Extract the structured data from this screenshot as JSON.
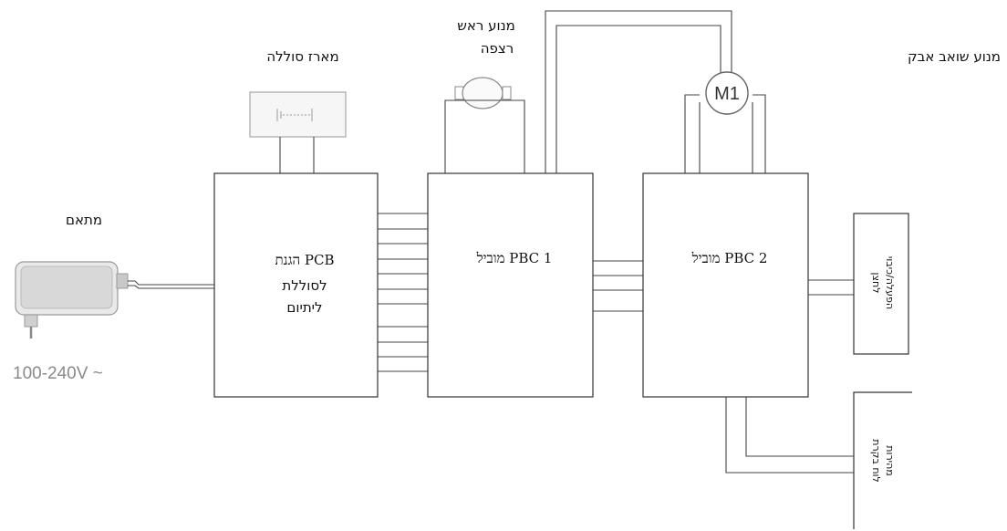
{
  "labels": {
    "adapter": "מתאם",
    "voltage": "100-240V ~",
    "battery_box": "מארז סוללה",
    "floor_motor": [
      "מנוע ראש",
      "רצפה"
    ],
    "vacuum_motor": "מנוע שואב אבק",
    "motor_symbol": "M1",
    "pcb_protect": [
      "הגנת PCB",
      "לסוללת",
      "ליתיום"
    ],
    "mobile_pcb1": "מוביל  PBC 1",
    "mobile_pcb2": "מוביל  PBC 2",
    "power_button": [
      "לחצן",
      "הפעלה/כיבוי"
    ],
    "speed_panel": [
      "לוח בקרת",
      "מהירות"
    ]
  },
  "colors": {
    "line": "#333333",
    "voltage_text": "#8a8a8a",
    "adapter_fill": "#e6e6e6"
  }
}
